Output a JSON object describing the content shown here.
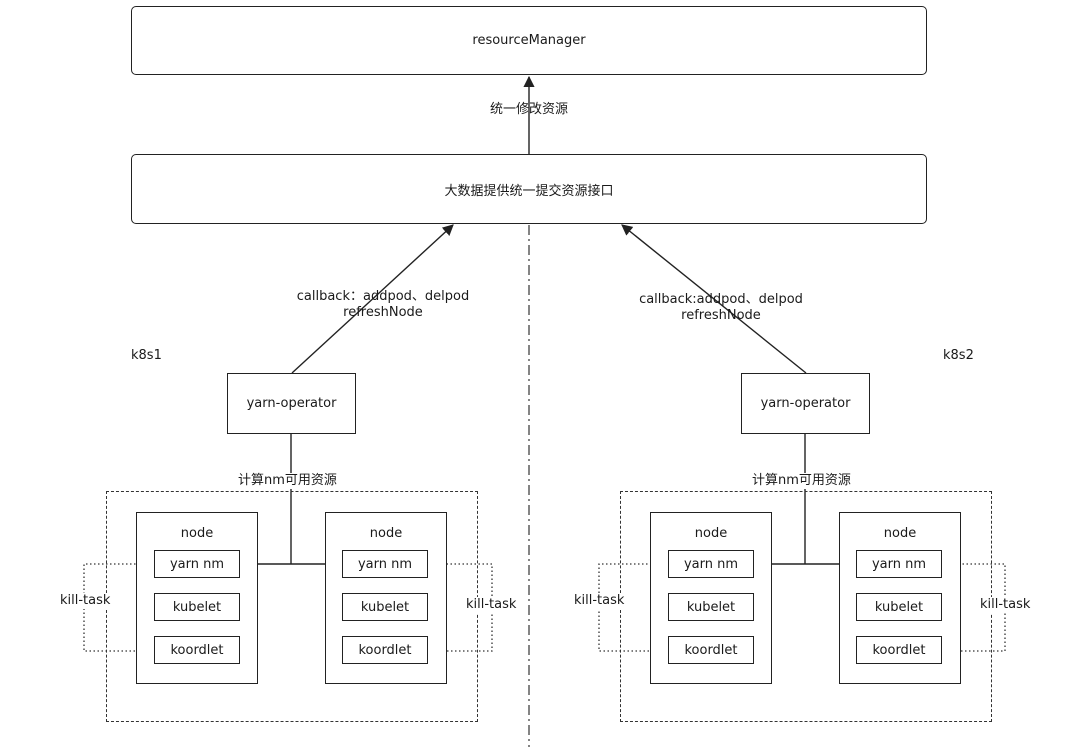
{
  "top": {
    "resource_manager": "resourceManager",
    "edge_label": "统一修改资源",
    "bigdata_api": "大数据提供统一提交资源接口"
  },
  "left": {
    "cluster_label": "k8s1",
    "callback_line1": "callback：addpod、delpod",
    "callback_line2": "refreshNode",
    "operator": "yarn-operator",
    "zone_label": "计算nm可用资源",
    "node_a": {
      "title": "node",
      "yarn_nm": "yarn nm",
      "kubelet": "kubelet",
      "koordlet": "koordlet"
    },
    "node_b": {
      "title": "node",
      "yarn_nm": "yarn nm",
      "kubelet": "kubelet",
      "koordlet": "koordlet"
    },
    "kill_left": "kill-task",
    "kill_right": "kill-task"
  },
  "right": {
    "cluster_label": "k8s2",
    "callback_line1": "callback:addpod、delpod",
    "callback_line2": "refreshNode",
    "operator": "yarn-operator",
    "zone_label": "计算nm可用资源",
    "node_a": {
      "title": "node",
      "yarn_nm": "yarn nm",
      "kubelet": "kubelet",
      "koordlet": "koordlet"
    },
    "node_b": {
      "title": "node",
      "yarn_nm": "yarn nm",
      "kubelet": "kubelet",
      "koordlet": "koordlet"
    },
    "kill_left": "kill-task",
    "kill_right": "kill-task"
  }
}
